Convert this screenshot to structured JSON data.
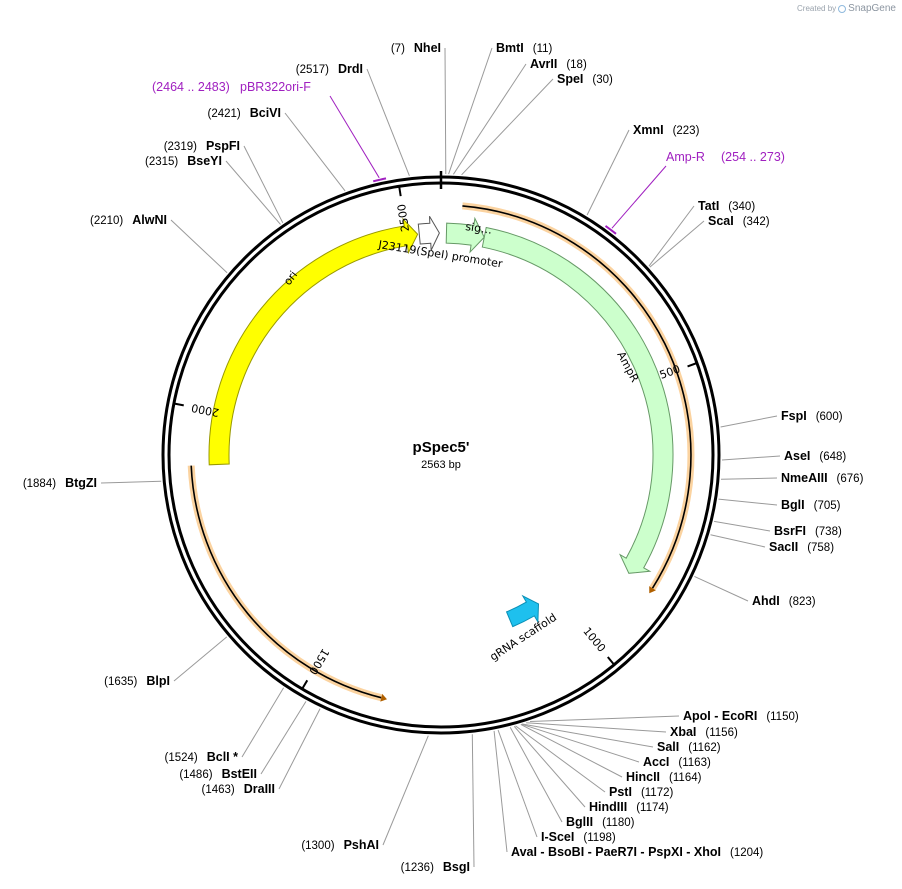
{
  "branding": {
    "created_by": "Created by",
    "app": "SnapGene"
  },
  "plasmid": {
    "name": "pSpec5'",
    "size_label": "2563 bp",
    "length": 2563
  },
  "ticks": [
    {
      "pos": 500,
      "label": "500"
    },
    {
      "pos": 1000,
      "label": "1000"
    },
    {
      "pos": 1500,
      "label": "1500"
    },
    {
      "pos": 2000,
      "label": "2000"
    },
    {
      "pos": 2500,
      "label": "2500"
    }
  ],
  "features": [
    {
      "id": "ori",
      "label": "ori",
      "start": 1905,
      "end": 2520,
      "direction": "forward",
      "color": "#ffff00",
      "stroke": "#999900"
    },
    {
      "id": "promoter",
      "label": "J23119(SpeI) promoter",
      "start": 2523,
      "end": 2560,
      "direction": "forward",
      "color": "#ffffff",
      "stroke": "#555555"
    },
    {
      "id": "signal",
      "label": "sig…",
      "start": 10,
      "end": 80,
      "direction": "forward",
      "color": "#ccffcc",
      "stroke": "#669966"
    },
    {
      "id": "ampr",
      "label": "AmpR",
      "start": 80,
      "end": 870,
      "direction": "forward",
      "color": "#ccffcc",
      "stroke": "#669966"
    },
    {
      "id": "grna",
      "label": "gRNA scaffold",
      "start": 1045,
      "end": 1120,
      "direction": "reverse",
      "color": "#1ec0ee",
      "stroke": "#0a8fb5"
    }
  ],
  "orange_arcs": [
    {
      "start": 35,
      "end": 870,
      "direction": "forward"
    },
    {
      "start": 1380,
      "end": 1905,
      "direction": "reverse"
    }
  ],
  "enzymes": [
    {
      "name": "NheI",
      "pos": 7,
      "pos_label": "(7)"
    },
    {
      "name": "BmtI",
      "pos": 11,
      "pos_label": "(11)"
    },
    {
      "name": "AvrII",
      "pos": 18,
      "pos_label": "(18)"
    },
    {
      "name": "SpeI",
      "pos": 30,
      "pos_label": "(30)"
    },
    {
      "name": "XmnI",
      "pos": 223,
      "pos_label": "(223)"
    },
    {
      "name": "TatI",
      "pos": 340,
      "pos_label": "(340)"
    },
    {
      "name": "ScaI",
      "pos": 342,
      "pos_label": "(342)"
    },
    {
      "name": "FspI",
      "pos": 600,
      "pos_label": "(600)"
    },
    {
      "name": "AseI",
      "pos": 648,
      "pos_label": "(648)"
    },
    {
      "name": "NmeAIII",
      "pos": 676,
      "pos_label": "(676)"
    },
    {
      "name": "BglI",
      "pos": 705,
      "pos_label": "(705)"
    },
    {
      "name": "BsrFI",
      "pos": 738,
      "pos_label": "(738)"
    },
    {
      "name": "SacII",
      "pos": 758,
      "pos_label": "(758)"
    },
    {
      "name": "AhdI",
      "pos": 823,
      "pos_label": "(823)"
    },
    {
      "name": "ApoI  - EcoRI",
      "pos": 1150,
      "pos_label": "(1150)"
    },
    {
      "name": "XbaI",
      "pos": 1156,
      "pos_label": "(1156)"
    },
    {
      "name": "SalI",
      "pos": 1162,
      "pos_label": "(1162)"
    },
    {
      "name": "AccI",
      "pos": 1163,
      "pos_label": "(1163)"
    },
    {
      "name": "HincII",
      "pos": 1164,
      "pos_label": "(1164)"
    },
    {
      "name": "PstI",
      "pos": 1172,
      "pos_label": "(1172)"
    },
    {
      "name": "HindIII",
      "pos": 1174,
      "pos_label": "(1174)"
    },
    {
      "name": "BglII",
      "pos": 1180,
      "pos_label": "(1180)"
    },
    {
      "name": "I-SceI",
      "pos": 1198,
      "pos_label": "(1198)"
    },
    {
      "name": "AvaI  - BsoBI  - PaeR7I  - PspXI  - XhoI",
      "pos": 1204,
      "pos_label": "(1204)"
    },
    {
      "name": "BsgI",
      "pos": 1236,
      "pos_label": "(1236)"
    },
    {
      "name": "PshAI",
      "pos": 1300,
      "pos_label": "(1300)"
    },
    {
      "name": "DraIII",
      "pos": 1463,
      "pos_label": "(1463)"
    },
    {
      "name": "BstEII",
      "pos": 1486,
      "pos_label": "(1486)"
    },
    {
      "name": "BclI *",
      "pos": 1524,
      "pos_label": "(1524)"
    },
    {
      "name": "BlpI",
      "pos": 1635,
      "pos_label": "(1635)"
    },
    {
      "name": "BtgZI",
      "pos": 1884,
      "pos_label": "(1884)"
    },
    {
      "name": "AlwNI",
      "pos": 2210,
      "pos_label": "(2210)"
    },
    {
      "name": "BseYI",
      "pos": 2315,
      "pos_label": "(2315)"
    },
    {
      "name": "PspFI",
      "pos": 2319,
      "pos_label": "(2319)"
    },
    {
      "name": "BciVI",
      "pos": 2421,
      "pos_label": "(2421)"
    },
    {
      "name": "DrdI",
      "pos": 2517,
      "pos_label": "(2517)"
    }
  ],
  "primers": [
    {
      "name": "pBR322ori-F",
      "range_label": "(2464 .. 2483)",
      "start": 2464,
      "end": 2483,
      "color": "#a020c0"
    },
    {
      "name": "Amp-R",
      "range_label": "(254 .. 273)",
      "start": 254,
      "end": 273,
      "color": "#a020c0"
    }
  ]
}
